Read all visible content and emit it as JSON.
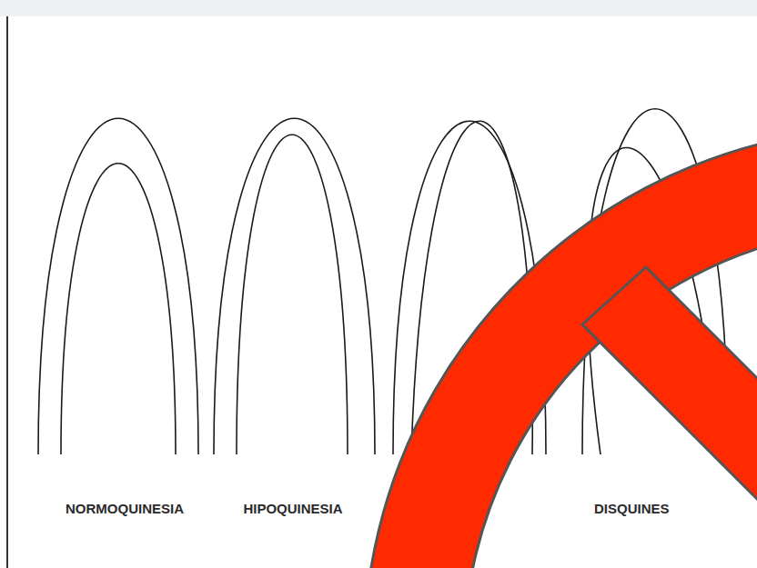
{
  "diagram": {
    "labels": [
      "NORMOQUINESIA",
      "HIPOQUINESIA",
      "DISQUINES"
    ]
  }
}
